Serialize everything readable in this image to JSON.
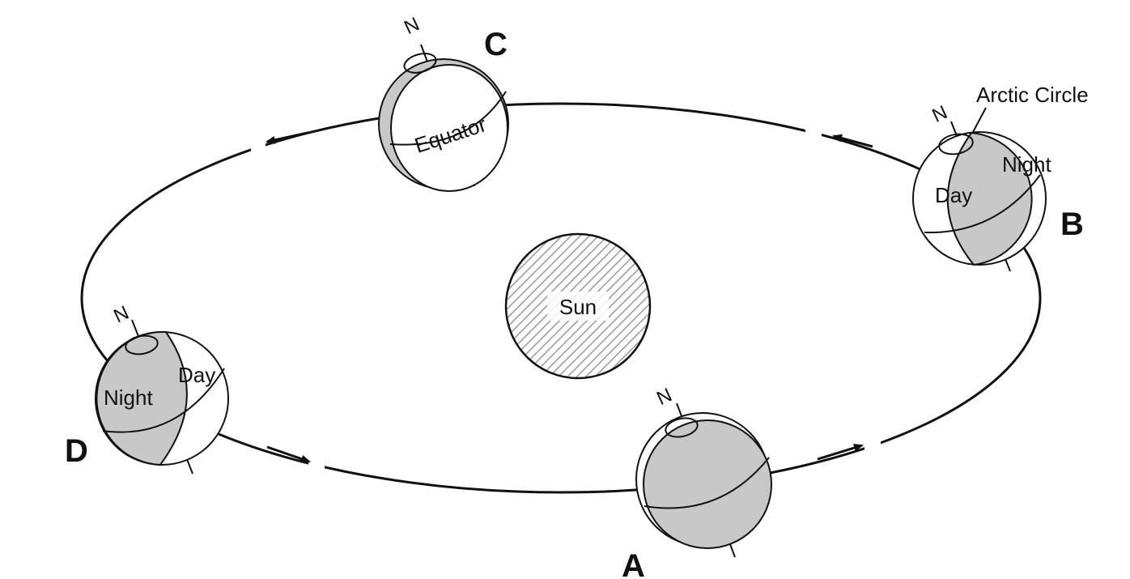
{
  "labels": {
    "sun": "Sun",
    "equator": "Equator",
    "arctic_circle": "Arctic Circle",
    "day": "Day",
    "night": "Night",
    "north": "N"
  },
  "positions": [
    "A",
    "B",
    "C",
    "D"
  ],
  "colors": {
    "shade": "#c8c8c8",
    "line": "#111111"
  }
}
